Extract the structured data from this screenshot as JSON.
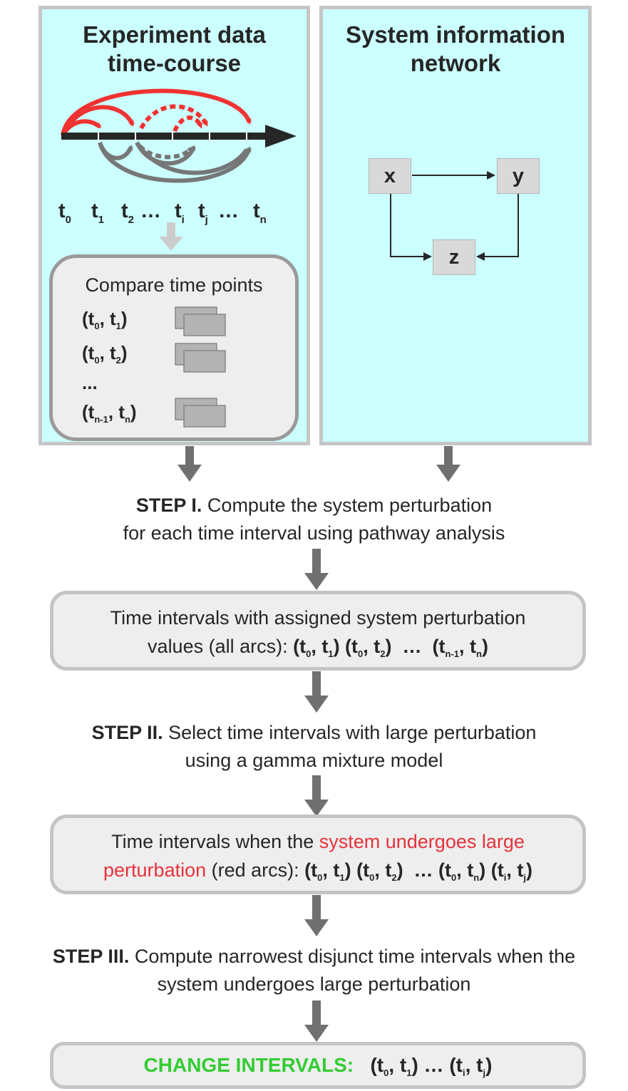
{
  "panels": {
    "experiment": {
      "title_line1": "Experiment data",
      "title_line2": "time-course"
    },
    "system": {
      "title_line1": "System information",
      "title_line2": "network"
    }
  },
  "timeline": {
    "labels": [
      {
        "t": "t",
        "sub": "0"
      },
      {
        "t": "t",
        "sub": "1"
      },
      {
        "t": "t",
        "sub": "2"
      },
      {
        "t": "…",
        "sub": ""
      },
      {
        "t": "t",
        "sub": "i"
      },
      {
        "t": "t",
        "sub": "j"
      },
      {
        "t": "…",
        "sub": ""
      },
      {
        "t": "t",
        "sub": "n"
      }
    ]
  },
  "compare_box": {
    "title": "Compare time points",
    "pairs": [
      "(t0, t1)",
      "(t0, t2)",
      "...",
      "(tn-1, tn)"
    ],
    "pair1": {
      "a": "0",
      "b": "1"
    },
    "pair2": {
      "a": "0",
      "b": "2"
    },
    "ellipsis": "...",
    "pair3": {
      "a": "n-1",
      "b": "n"
    }
  },
  "network": {
    "nodes": [
      "x",
      "y",
      "z"
    ]
  },
  "step1": {
    "label": "STEP I.",
    "line1_rest": " Compute the system perturbation",
    "line2": "for each time interval using pathway analysis"
  },
  "box1": {
    "line1": "Time intervals with assigned system perturbation",
    "line2_prefix": "values (all arcs): "
  },
  "step2": {
    "label": "STEP II.",
    "line1_rest": " Select time intervals with large perturbation",
    "line2": "using a gamma mixture model"
  },
  "box2": {
    "line1_prefix": "Time intervals when the ",
    "line1_red": "system undergoes large",
    "line2_red": "perturbation",
    "line2_rest": " (red arcs): "
  },
  "step3": {
    "label": "STEP III.",
    "line1_rest": " Compute narrowest disjunct time intervals when the",
    "line2": "system undergoes large perturbation"
  },
  "final": {
    "label": "CHANGE INTERVALS:"
  },
  "colors": {
    "panel_fill": "#ccffff",
    "red_arc": "#f03232",
    "grey_arc": "#777777",
    "green": "#33cc33",
    "box_fill": "#eeeeee"
  }
}
